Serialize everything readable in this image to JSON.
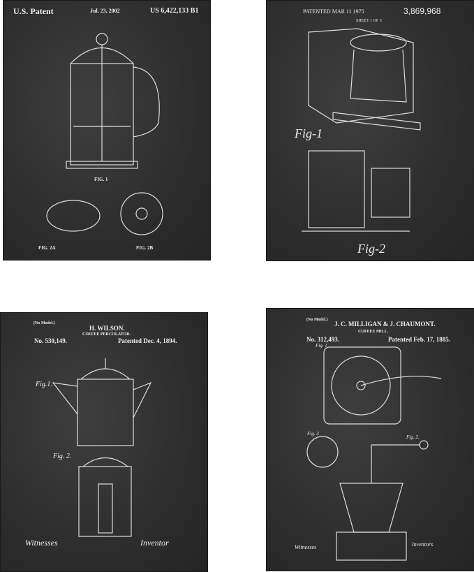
{
  "panels": [
    {
      "name": "french-press",
      "header_left": "U.S. Patent",
      "header_date": "Jul. 23, 2002",
      "header_number": "US 6,422,133 B1",
      "fig1": "FIG. 1",
      "fig2a": "FIG. 2A",
      "fig2b": "FIG. 2B"
    },
    {
      "name": "drip-coffee-maker",
      "header_left": "PATENTED MAR 11 1975",
      "header_number": "3,869,968",
      "sheet": "SHEET 1 OF 3",
      "fig1": "Fig-1",
      "fig2": "Fig-2"
    },
    {
      "name": "coffee-percolator",
      "no_model": "(No Model.)",
      "inventor": "H. WILSON.",
      "title": "COFFEE PERCOLATOR.",
      "number": "No. 530,149.",
      "date": "Patented Dec. 4, 1894.",
      "fig1": "Fig.1.",
      "fig2": "Fig. 2.",
      "witnesses": "Witnesses",
      "inventor_label": "Inventor"
    },
    {
      "name": "coffee-mill",
      "no_model": "(No Model.)",
      "inventor": "J. C. MILLIGAN & J. CHAUMONT.",
      "title": "COFFEE MILL.",
      "number": "No. 312,493.",
      "date": "Patented Feb. 17, 1885.",
      "fig1": "Fig. 1",
      "fig2": "Fig. 2.",
      "fig3": "Fig. 3",
      "witnesses": "Witnesses",
      "inventors": "Inventors"
    }
  ]
}
